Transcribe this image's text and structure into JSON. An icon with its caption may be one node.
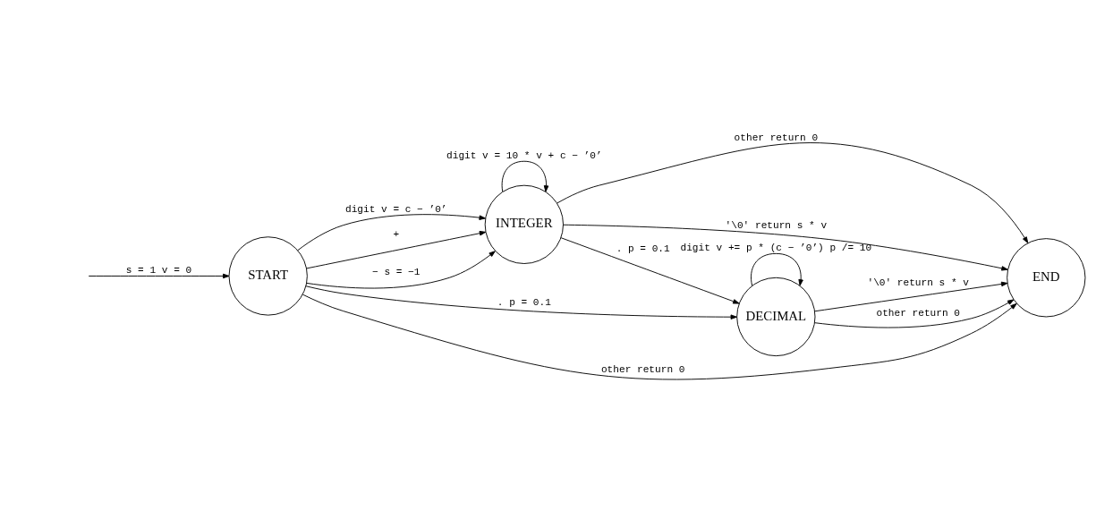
{
  "diagram": {
    "nodes": [
      {
        "text": [
          "START"
        ]
      },
      {
        "text": [
          "INTEGER"
        ]
      },
      {
        "text": [
          "DECIMAL"
        ]
      },
      {
        "text": [
          "END"
        ]
      }
    ],
    "edges": [
      {
        "from": null,
        "to": 0,
        "arrow": "to",
        "label": "s = 1 v = 0"
      },
      {
        "from": 0,
        "to": 1,
        "arrow": "to",
        "label": "digit v = c − ’0’"
      },
      {
        "from": 0,
        "to": 1,
        "arrow": "to",
        "label": "+"
      },
      {
        "from": 0,
        "to": 1,
        "arrow": "to",
        "label": "− s = −1"
      },
      {
        "from": 1,
        "to": 1,
        "arrow": "to",
        "label": "digit v = 10 * v + c − ’0’"
      },
      {
        "from": 1,
        "to": 3,
        "arrow": "to",
        "label": "other return 0"
      },
      {
        "from": 1,
        "to": 3,
        "arrow": "to",
        "label": "'\\0' return s * v"
      },
      {
        "from": 1,
        "to": 2,
        "arrow": "to",
        "label": ". p = 0.1"
      },
      {
        "from": 2,
        "to": 3,
        "arrow": "to",
        "label": "other return 0"
      },
      {
        "from": 2,
        "to": 3,
        "arrow": "to",
        "label": "'\\0' return s * v"
      },
      {
        "from": 2,
        "to": 2,
        "arrow": "to",
        "label": "digit v += p * (c − ’0’) p /= 10"
      },
      {
        "from": 0,
        "to": 2,
        "arrow": "to",
        "label": ". p = 0.1"
      },
      {
        "from": 0,
        "to": 3,
        "arrow": "to",
        "label": "other return 0"
      }
    ]
  }
}
